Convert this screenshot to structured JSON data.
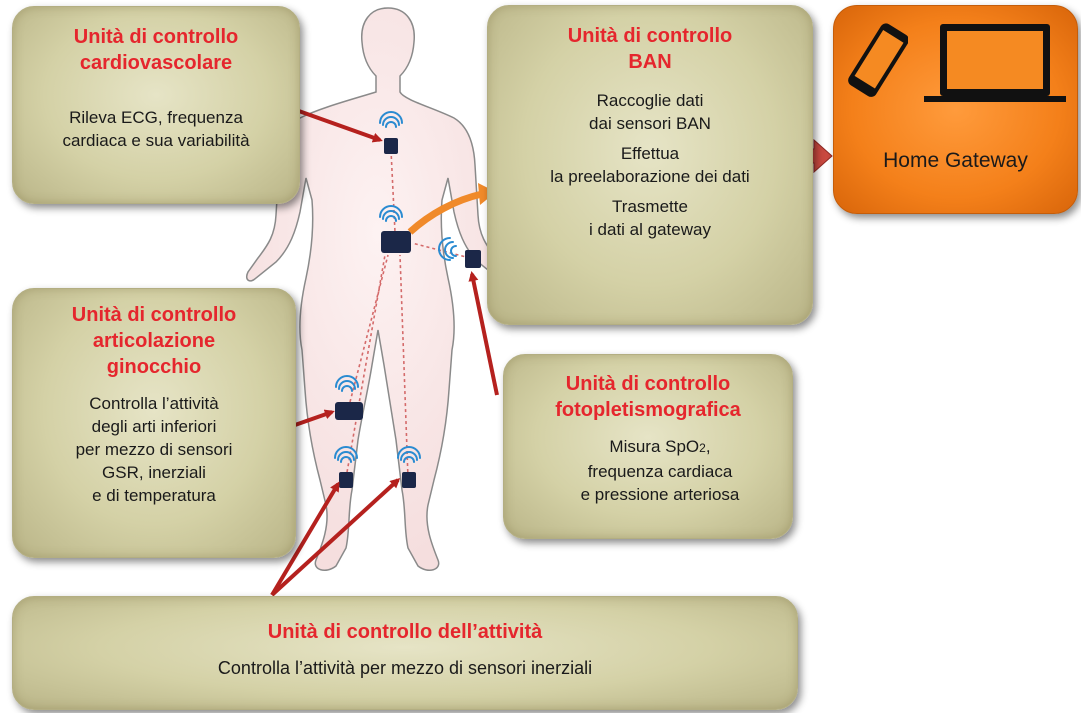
{
  "boxes": {
    "cardio": {
      "title": [
        "Unità di controllo",
        "cardiovascolare"
      ],
      "desc": [
        "Rileva ECG, frequenza",
        "cardiaca e sua variabilità"
      ]
    },
    "ban": {
      "title": [
        "Unità di controllo",
        "BAN"
      ],
      "desc": [
        "Raccoglie dati",
        "dai sensori BAN",
        "Effettua",
        "la preelaborazione dei dati",
        "Trasmette",
        "i dati al gateway"
      ]
    },
    "knee": {
      "title": [
        "Unità di controllo",
        "articolazione",
        "ginocchio"
      ],
      "desc": [
        "Controlla l’attività",
        "degli arti inferiori",
        "per mezzo di sensori",
        "GSR, inerziali",
        "e di temperatura"
      ]
    },
    "photo": {
      "title": [
        "Unità di controllo",
        "fotopletismografica"
      ],
      "desc_line1": "Misura SpO",
      "desc_line1_sub": "2",
      "desc_line1_end": ",",
      "desc": [
        "frequenza cardiaca",
        "e pressione arteriosa"
      ]
    },
    "activity": {
      "title": "Unità di controllo dell’attività",
      "desc": "Controlla l’attività per mezzo di sensori inerziali"
    }
  },
  "gateway": {
    "label": "Home Gateway",
    "icons": [
      "smartphone-icon",
      "laptop-icon"
    ]
  },
  "colors": {
    "title_red": "#e5262d",
    "arrow_red": "#b5211e",
    "gateway_orange": "#f4801a",
    "box_khaki": "#d4d1a6",
    "sensor_navy": "#1b2748",
    "wifi_blue": "#2a8bd1"
  }
}
